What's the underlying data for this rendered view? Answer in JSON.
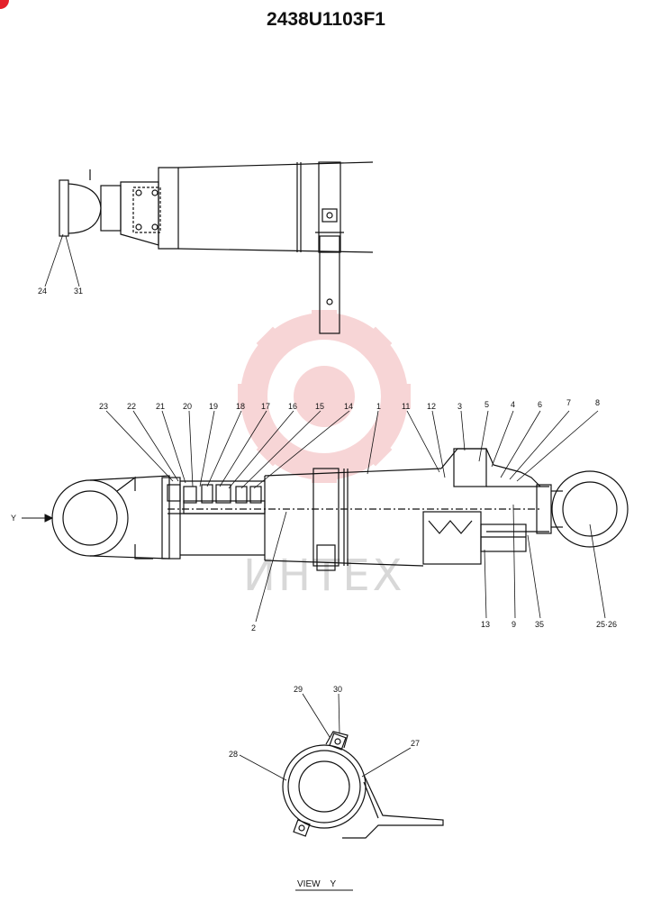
{
  "drawing_number": "2438U1103F1",
  "watermark_text": "ИНТЕХ",
  "colors": {
    "line": "#111111",
    "watermark": "#f2b3b5",
    "corner_mark": "#e4202a"
  },
  "callouts": {
    "p24": "24",
    "p31": "31",
    "p23": "23",
    "p22": "22",
    "p21": "21",
    "p20": "20",
    "p19": "19",
    "p18": "18",
    "p17": "17",
    "p16": "16",
    "p15": "15",
    "p14": "14",
    "p1": "1",
    "p11": "11",
    "p12": "12",
    "p3": "3",
    "p5": "5",
    "p4": "4",
    "p6": "6",
    "p7": "7",
    "p8": "8",
    "p2": "2",
    "p13": "13",
    "p9": "9",
    "p35": "35",
    "p25_26": "25·26",
    "p29": "29",
    "p30": "30",
    "p28": "28",
    "p27": "27"
  },
  "view_marker": "Y",
  "view_label": "VIEW    Y"
}
